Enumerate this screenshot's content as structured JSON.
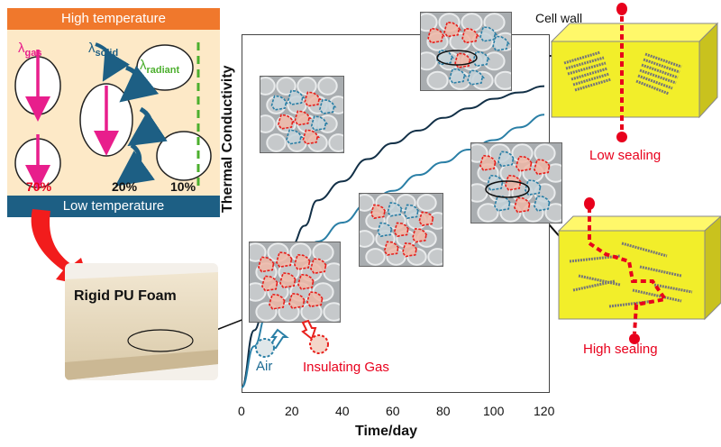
{
  "heat_panel": {
    "high_label": "High temperature",
    "low_label": "Low temperature",
    "gas_symbol": "λ",
    "gas_sub": "gas",
    "solid_symbol": "λ",
    "solid_sub": "solid",
    "radiant_symbol": "λ",
    "radiant_sub": "radiant",
    "gas_pct": "70%",
    "solid_pct": "20%",
    "radiant_pct": "10%",
    "colors": {
      "gas": "#e81e8c",
      "solid": "#1d5f84",
      "radiant": "#4caf2e",
      "hot": "#f0782c",
      "cold": "#1d5f84"
    }
  },
  "foam": {
    "label": "Rigid PU Foam"
  },
  "chart_data": {
    "type": "line",
    "xlabel": "Time/day",
    "ylabel": "Thermal Conductivity",
    "xticks": [
      "0",
      "20",
      "40",
      "60",
      "80",
      "100",
      "120"
    ],
    "xlim": [
      0,
      120
    ],
    "series": [
      {
        "color": "#123047",
        "x": [
          0,
          5,
          10,
          15,
          20,
          25,
          30,
          40,
          50,
          60,
          70,
          80,
          90,
          100,
          110,
          120
        ],
        "y": [
          0.0,
          0.18,
          0.3,
          0.37,
          0.45,
          0.51,
          0.59,
          0.65,
          0.72,
          0.77,
          0.81,
          0.85,
          0.88,
          0.91,
          0.93,
          0.95
        ]
      },
      {
        "color": "#2a7fa6",
        "x": [
          0,
          5,
          10,
          15,
          20,
          25,
          30,
          40,
          50,
          60,
          70,
          80,
          90,
          100,
          110,
          120
        ],
        "y": [
          0.0,
          0.13,
          0.23,
          0.31,
          0.37,
          0.42,
          0.46,
          0.52,
          0.58,
          0.62,
          0.67,
          0.71,
          0.75,
          0.78,
          0.82,
          0.86
        ]
      }
    ]
  },
  "annotations": {
    "air": "Air",
    "insulating_gas": "Insulating Gas",
    "cell_wall": "Cell wall",
    "low_sealing": "Low sealing",
    "high_sealing": "High sealing"
  }
}
